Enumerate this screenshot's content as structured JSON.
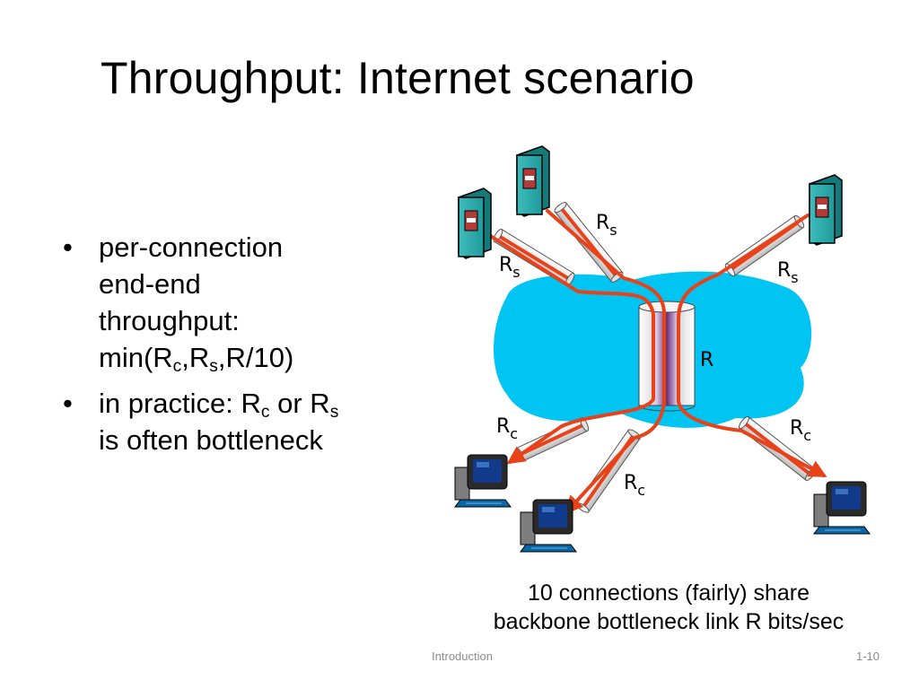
{
  "slide": {
    "title": "Throughput: Internet scenario"
  },
  "bullets": [
    {
      "lines": [
        {
          "text": "per-connection"
        },
        {
          "text": "end-end"
        },
        {
          "text": "throughput:"
        },
        {
          "pre": "min(R",
          "sub1": "c",
          "mid": ",R",
          "sub2": "s",
          "post": ",R/10)"
        }
      ]
    },
    {
      "lines": [
        {
          "pre": "in practice: R",
          "sub1": "c",
          "mid": " or R",
          "sub2": "s"
        },
        {
          "text": "is often bottleneck"
        }
      ]
    }
  ],
  "diagram": {
    "labels": {
      "server_link_main": "R",
      "server_link_sub": "s",
      "client_link_main": "R",
      "client_link_sub": "c",
      "backbone": "R"
    },
    "colors": {
      "cloud": "#00c4f2",
      "connection_line": "#e8421a",
      "server_body": "#2aa7a7",
      "bottleneck_pipe": "#6b2c7a"
    },
    "icons": [
      "server-icon",
      "computer-icon"
    ]
  },
  "caption": {
    "line1": "10 connections (fairly) share",
    "line2": "backbone bottleneck link R bits/sec"
  },
  "footer": {
    "center": "Introduction",
    "right": "1-10"
  }
}
